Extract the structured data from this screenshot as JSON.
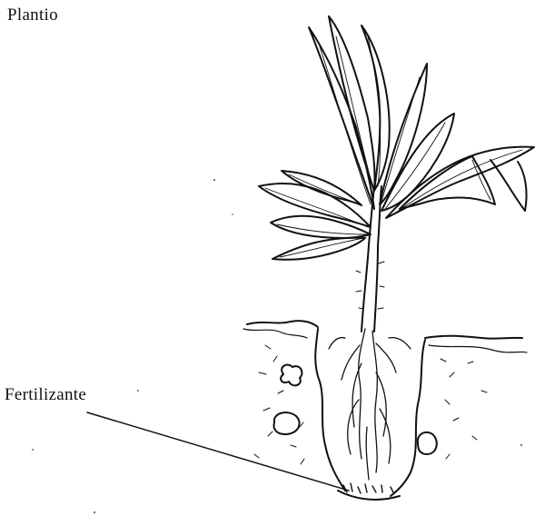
{
  "diagram": {
    "title": "Plantio",
    "labels": {
      "fertilizer": "Fertilizante"
    },
    "colors": {
      "ink": "#111111",
      "background": "#ffffff"
    },
    "icons": {
      "plant": "plant-illustration",
      "soil": "soil-planting-hole"
    }
  }
}
